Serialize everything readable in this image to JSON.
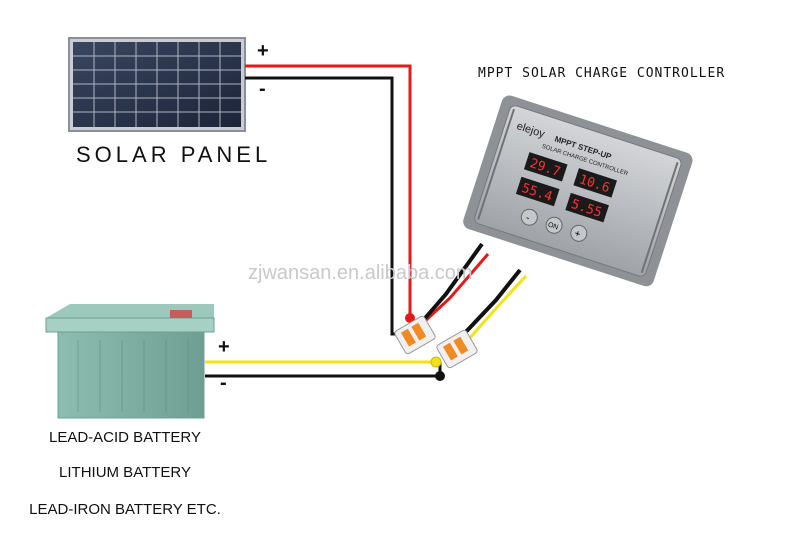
{
  "diagram": {
    "solar_panel": {
      "label": "SOLAR PANEL",
      "plus": "+",
      "minus": "-"
    },
    "controller": {
      "title": "MPPT SOLAR CHARGE CONTROLLER",
      "brand": "elejoy",
      "model_line1": "MPPT STEP-UP",
      "model_line2": "SOLAR CHARGE CONTROLLER",
      "display": {
        "input_voltage": "29.7",
        "input_current": "10.6",
        "output_voltage": "55.4",
        "output_current": "5.55"
      },
      "buttons": [
        "-",
        "ON",
        "+"
      ]
    },
    "battery": {
      "plus": "+",
      "minus": "-",
      "types": [
        "LEAD-ACID BATTERY",
        "LITHIUM BATTERY",
        "LEAD-IRON BATTERY ETC."
      ]
    },
    "watermark": "zjwansan.en.alibaba.com",
    "colors": {
      "positive_panel": "#e11b1b",
      "negative": "#111111",
      "positive_battery": "#f2e21a",
      "controller": "#b9bbbe",
      "battery_case": "#7fb0a3"
    }
  }
}
